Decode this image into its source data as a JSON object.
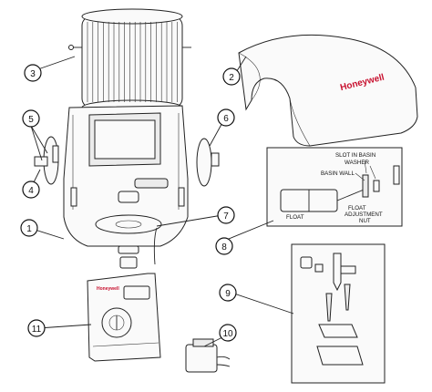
{
  "brand": "Honeywell",
  "callouts": [
    "1",
    "2",
    "3",
    "4",
    "5",
    "6",
    "7",
    "8",
    "9",
    "10",
    "11"
  ],
  "float_inset": {
    "labels": [
      "SLOT IN BASIN",
      "WASHER",
      "BASIN WALL",
      "FLOAT",
      "FLOAT",
      "ADJUSTMENT",
      "NUT"
    ]
  }
}
